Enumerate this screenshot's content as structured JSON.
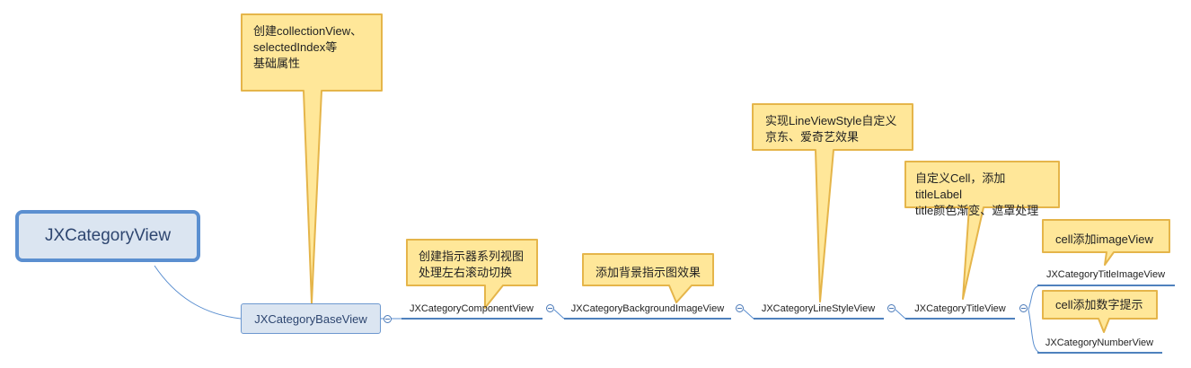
{
  "root": {
    "label": "JXCategoryView"
  },
  "base": {
    "label": "JXCategoryBaseView"
  },
  "topics": {
    "component": "JXCategoryComponentView",
    "background_image": "JXCategoryBackgroundImageView",
    "line_style": "JXCategoryLineStyleView",
    "title": "JXCategoryTitleView",
    "title_image": "JXCategoryTitleImageView",
    "number": "JXCategoryNumberView"
  },
  "callouts": {
    "base_note": "创建collectionView、\nselectedIndex等\n基础属性",
    "component_note": "创建指示器系列视图\n处理左右滚动切换",
    "background_image_note": "添加背景指示图效果",
    "line_style_note": "实现LineViewStyle自定义\n京东、爱奇艺效果",
    "title_note": "自定义Cell，添加titleLabel\ntitle颜色渐变、遮罩处理",
    "title_image_note": "cell添加imageView",
    "number_note": "cell添加数字提示"
  },
  "colors": {
    "callout_fill": "#ffe799",
    "callout_stroke": "#e5b54a",
    "line": "#4f81bd",
    "root_fill": "#dbe5f1",
    "root_border": "#5b8fd0"
  }
}
